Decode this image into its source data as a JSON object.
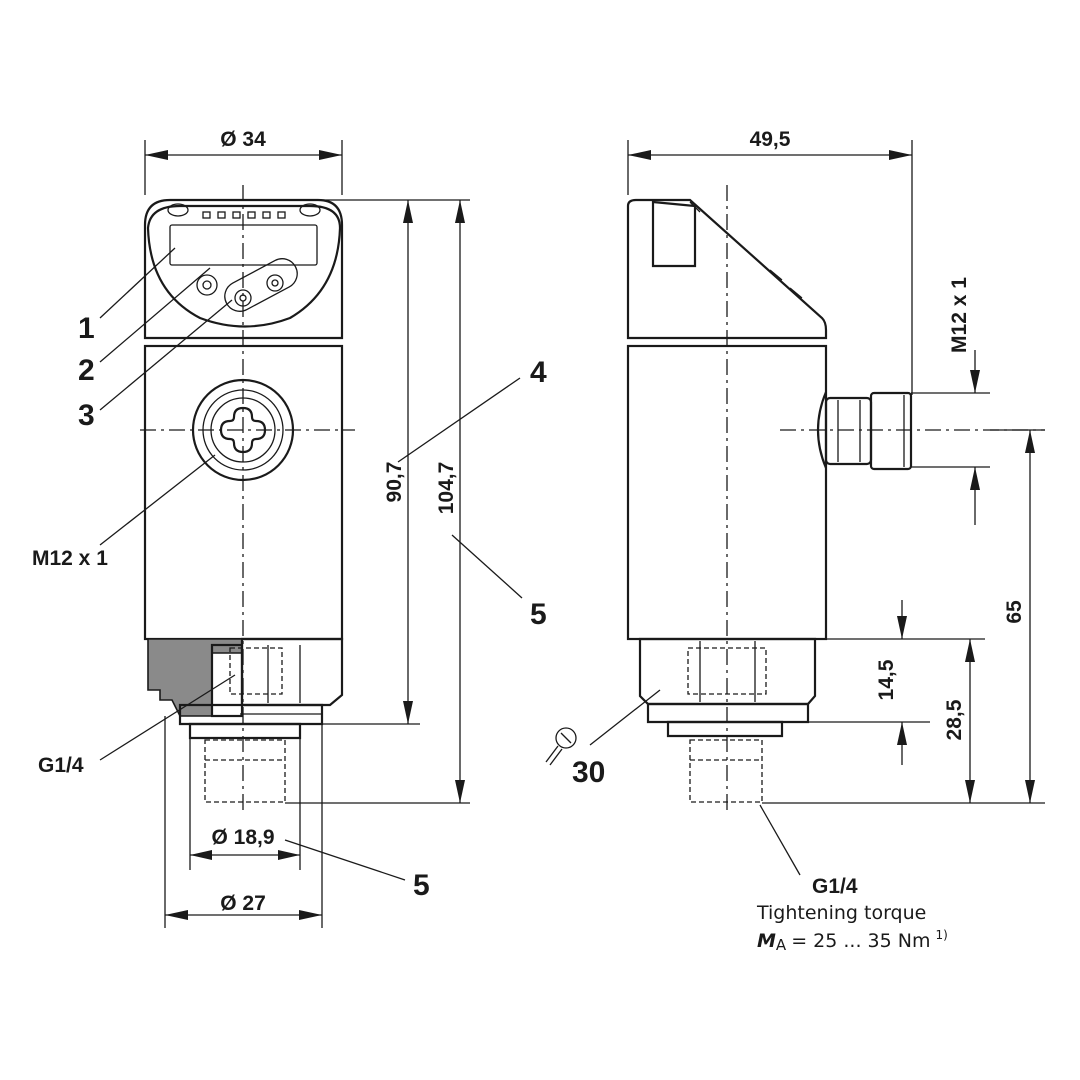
{
  "diagram": {
    "front_view": {
      "width_dim": "Ø 34",
      "height_upper_dim": "90,7",
      "height_total_dim": "104,7",
      "inner_dia_dim": "Ø 18,9",
      "outer_dia_dim": "Ø 27",
      "connector_label": "M12 x 1",
      "thread_label": "G1/4",
      "callouts": [
        "1",
        "2",
        "3",
        "4",
        "5",
        "5"
      ]
    },
    "side_view": {
      "depth_dim": "49,5",
      "connector_label": "M12 x 1",
      "height_65_dim": "65",
      "hex_height_dim": "14,5",
      "lower_height_dim": "28,5",
      "wrench_size": "30",
      "thread_label": "G1/4",
      "torque_line": "Tightening torque",
      "torque_symbol": "M",
      "torque_subscript": "A",
      "torque_value": "= 25 ... 35 Nm",
      "torque_footnote": "1)"
    }
  }
}
